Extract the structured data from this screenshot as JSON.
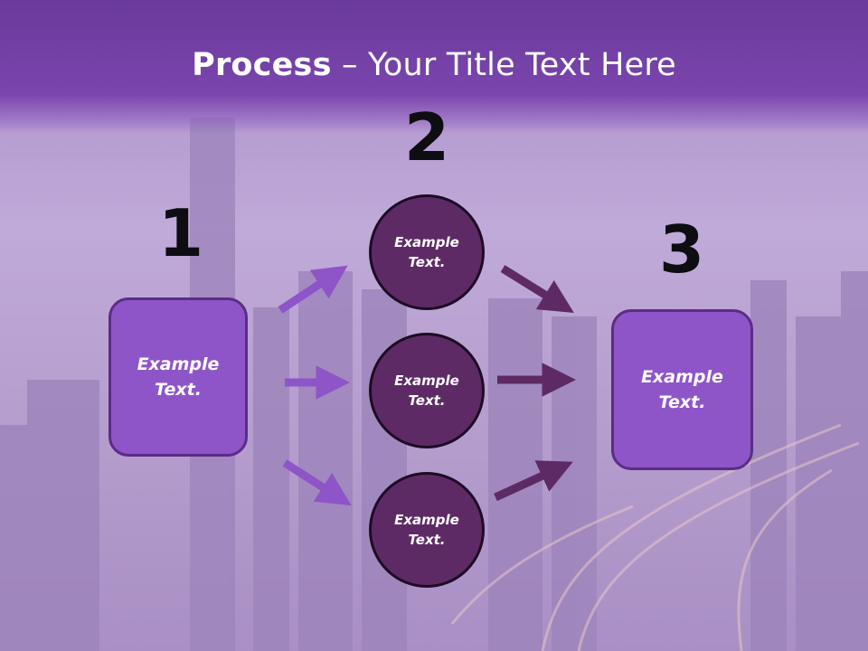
{
  "slide": {
    "title_bold": "Process",
    "title_rest": " – Your Title Text Here"
  },
  "steps": {
    "step1": {
      "number": "1",
      "text": "Example Text."
    },
    "step2": {
      "number": "2",
      "circles": [
        {
          "text": "Example Text."
        },
        {
          "text": "Example Text."
        },
        {
          "text": "Example Text."
        }
      ]
    },
    "step3": {
      "number": "3",
      "text": "Example Text."
    }
  },
  "colors": {
    "title_band": "#7a45ad",
    "box_fill": "#8e55c8",
    "circle_fill": "#5e2a66",
    "left_arrows": "#8e55c8",
    "right_arrows": "#5e2a66"
  }
}
